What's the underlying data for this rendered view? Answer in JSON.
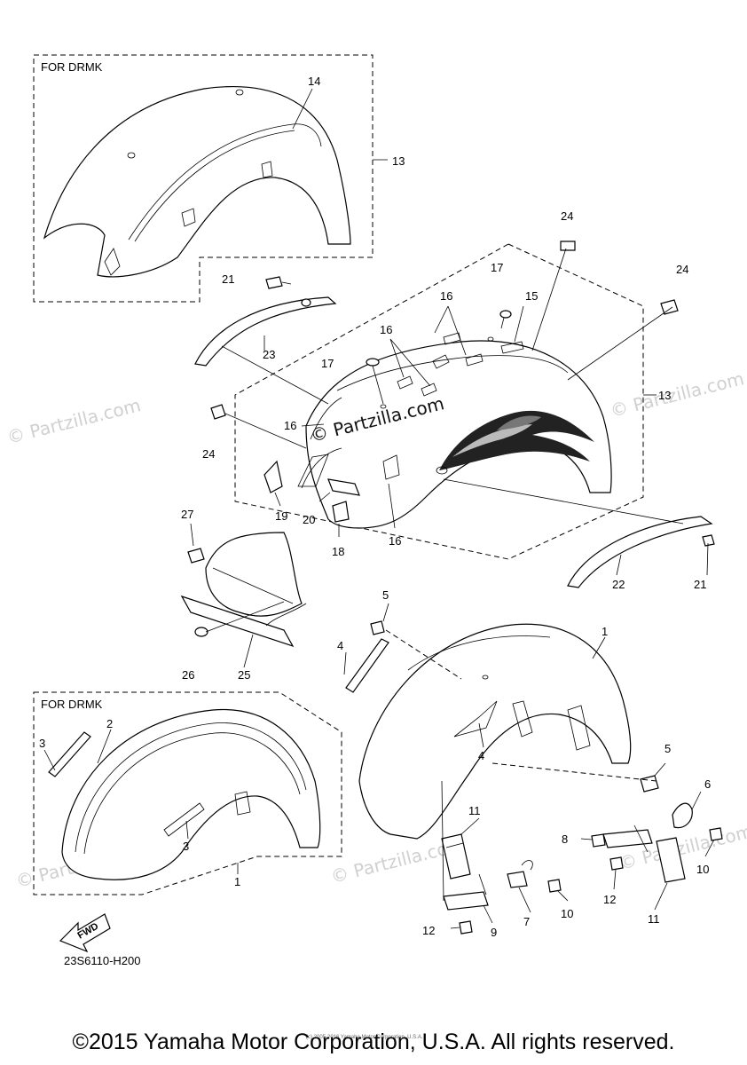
{
  "boxes": {
    "top_label": "FOR DRMK",
    "bottom_label": "FOR DRMK"
  },
  "callouts": {
    "c1a": "1",
    "c1b": "1",
    "c2": "2",
    "c3a": "3",
    "c3b": "3",
    "c4a": "4",
    "c4b": "4",
    "c5a": "5",
    "c5b": "5",
    "c6": "6",
    "c7": "7",
    "c8": "8",
    "c9": "9",
    "c10a": "10",
    "c10b": "10",
    "c11a": "11",
    "c11b": "11",
    "c12a": "12",
    "c12b": "12",
    "c13a": "13",
    "c13b": "13",
    "c14": "14",
    "c15": "15",
    "c16a": "16",
    "c16b": "16",
    "c16c": "16",
    "c16d": "16",
    "c17a": "17",
    "c17b": "17",
    "c18": "18",
    "c19": "19",
    "c20": "20",
    "c21a": "21",
    "c21b": "21",
    "c22": "22",
    "c23": "23",
    "c24a": "24",
    "c24b": "24",
    "c24c": "24",
    "c25": "25",
    "c26": "26",
    "c27": "27"
  },
  "fwd_label": "FWD",
  "diagram_code": "23S6110-H200",
  "watermark": "© Partzilla.com",
  "watermark_small": "© Partzilla.com",
  "small_copyright": "(c) 2005-2016 Yamaha Motor Corporation, U.S.A.",
  "copyright": "©2015 Yamaha Motor Corporation, U.S.A. All rights reserved."
}
